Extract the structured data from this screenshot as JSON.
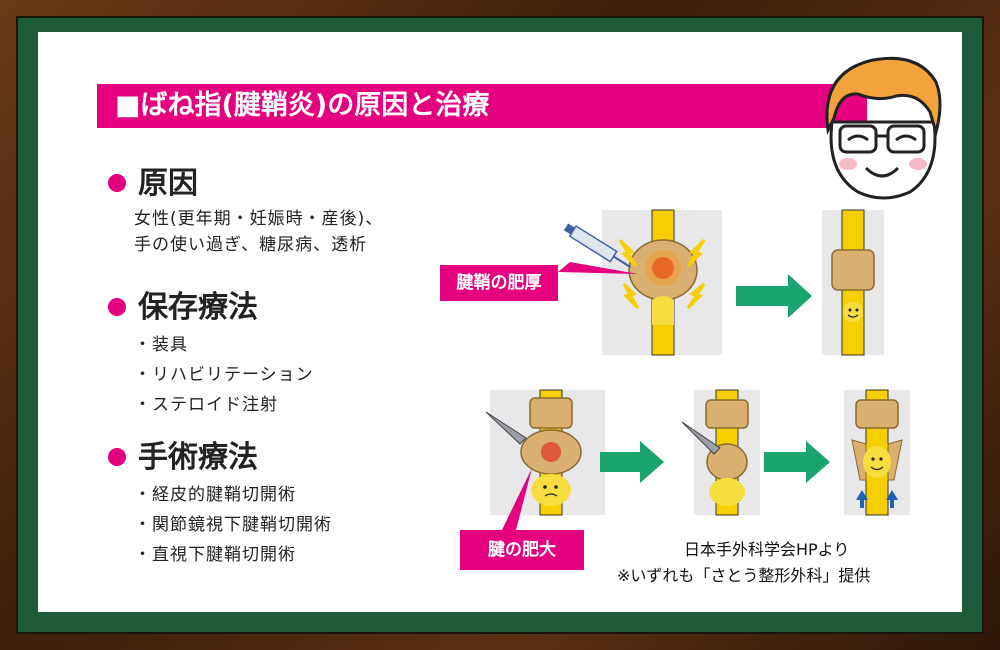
{
  "banner": {
    "title": "■ばね指(腱鞘炎)の原因と治療"
  },
  "sections": {
    "cause": {
      "heading": "原因",
      "lines": [
        "女性(更年期・妊娠時・産後)、",
        "手の使い過ぎ、糖尿病、透析"
      ]
    },
    "conservative": {
      "heading": "保存療法",
      "lines": [
        "・装具",
        "・リハビリテーション",
        "・ステロイド注射"
      ]
    },
    "surgery": {
      "heading": "手術療法",
      "lines": [
        "・経皮的腱鞘切開術",
        "・関節鏡視下腱鞘切開術",
        "・直視下腱鞘切開術"
      ]
    }
  },
  "labels": {
    "sheath_thickening": "腱鞘の肥厚",
    "tendon_enlargement": "腱の肥大"
  },
  "credit": {
    "line1": "日本手外科学会HPより",
    "line2": "※いずれも「さとう整形外科」提供"
  },
  "colors": {
    "accent": "#e4007f",
    "board": "#1d5a3a",
    "arrow": "#1aa56e",
    "tendon": "#f5cf00",
    "sheath": "#d9b070"
  }
}
